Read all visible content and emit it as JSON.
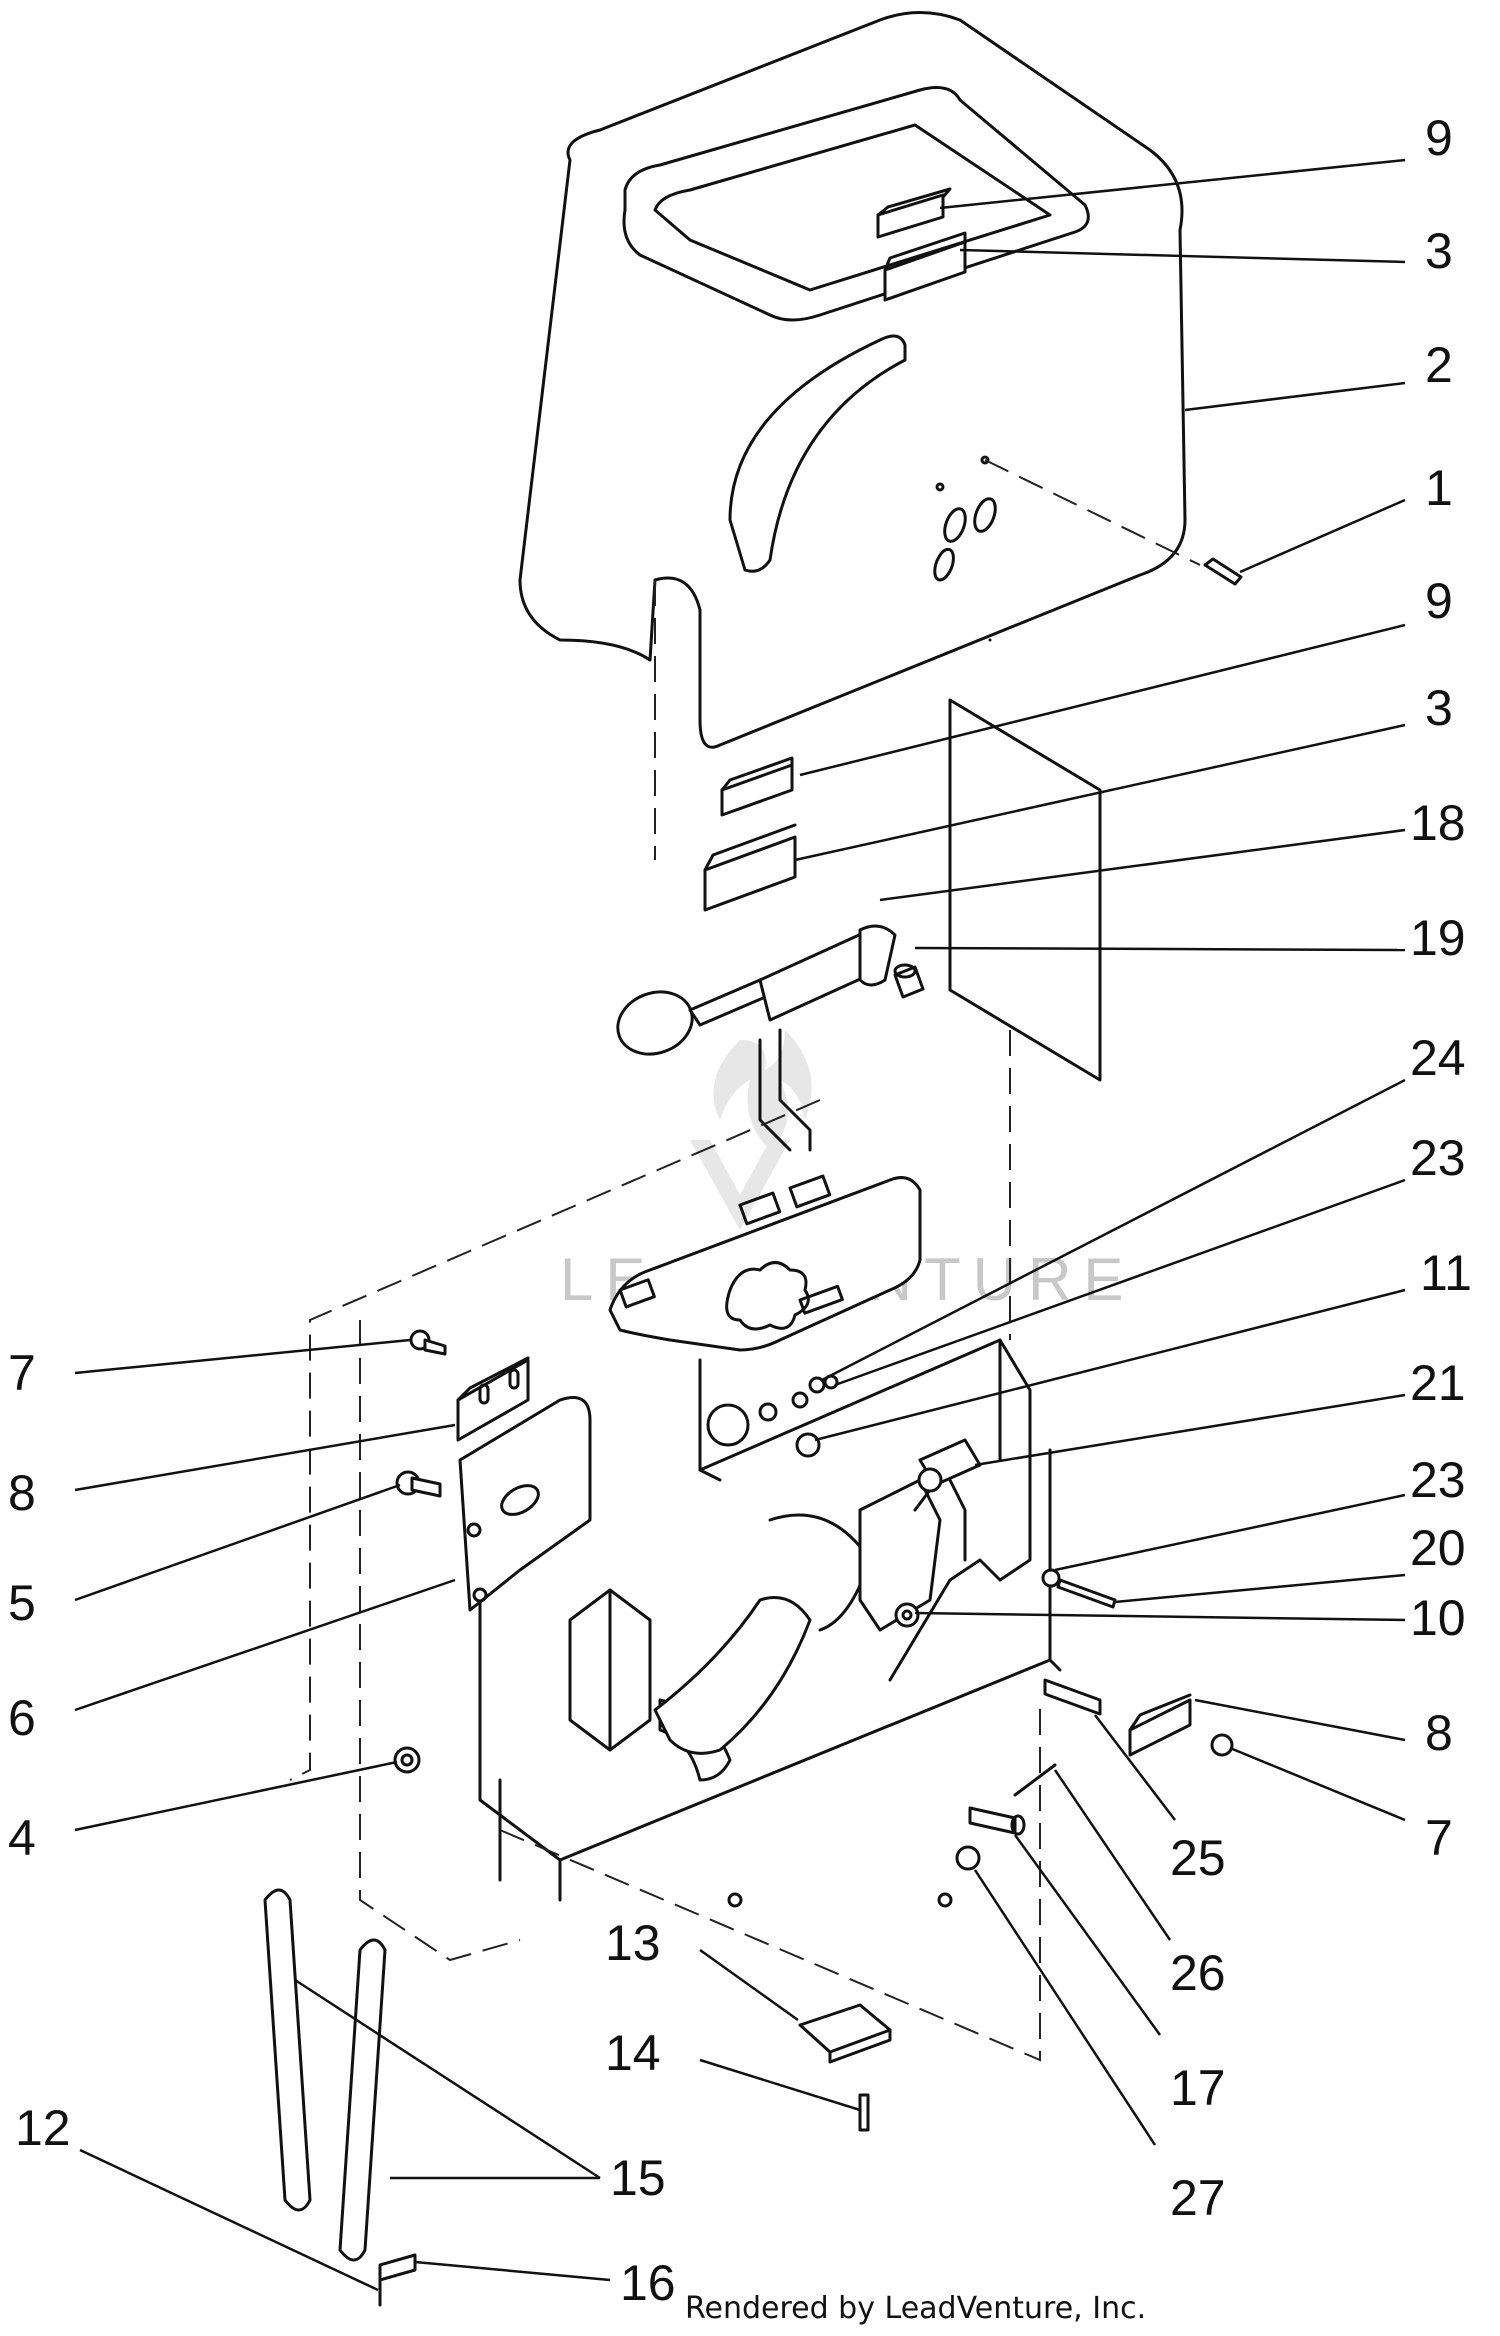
{
  "callouts": [
    {
      "id": "c1",
      "label": "9"
    },
    {
      "id": "c2",
      "label": "3"
    },
    {
      "id": "c3",
      "label": "2"
    },
    {
      "id": "c4",
      "label": "1"
    },
    {
      "id": "c5",
      "label": "9"
    },
    {
      "id": "c6",
      "label": "3"
    },
    {
      "id": "c7",
      "label": "18"
    },
    {
      "id": "c8",
      "label": "19"
    },
    {
      "id": "c9",
      "label": "24"
    },
    {
      "id": "c10",
      "label": "23"
    },
    {
      "id": "c11",
      "label": "11"
    },
    {
      "id": "c12",
      "label": "21"
    },
    {
      "id": "c13",
      "label": "23"
    },
    {
      "id": "c14",
      "label": "20"
    },
    {
      "id": "c15",
      "label": "10"
    },
    {
      "id": "c16",
      "label": "8"
    },
    {
      "id": "c17",
      "label": "7"
    },
    {
      "id": "c18",
      "label": "25"
    },
    {
      "id": "c19",
      "label": "26"
    },
    {
      "id": "c20",
      "label": "17"
    },
    {
      "id": "c21",
      "label": "27"
    },
    {
      "id": "c22",
      "label": "7"
    },
    {
      "id": "c23",
      "label": "8"
    },
    {
      "id": "c24",
      "label": "5"
    },
    {
      "id": "c25",
      "label": "6"
    },
    {
      "id": "c26",
      "label": "4"
    },
    {
      "id": "c27",
      "label": "13"
    },
    {
      "id": "c28",
      "label": "14"
    },
    {
      "id": "c29",
      "label": "12"
    },
    {
      "id": "c30",
      "label": "15"
    },
    {
      "id": "c31",
      "label": "16"
    }
  ],
  "watermark": "LEADVENTURE",
  "footer": "Rendered by LeadVenture, Inc."
}
